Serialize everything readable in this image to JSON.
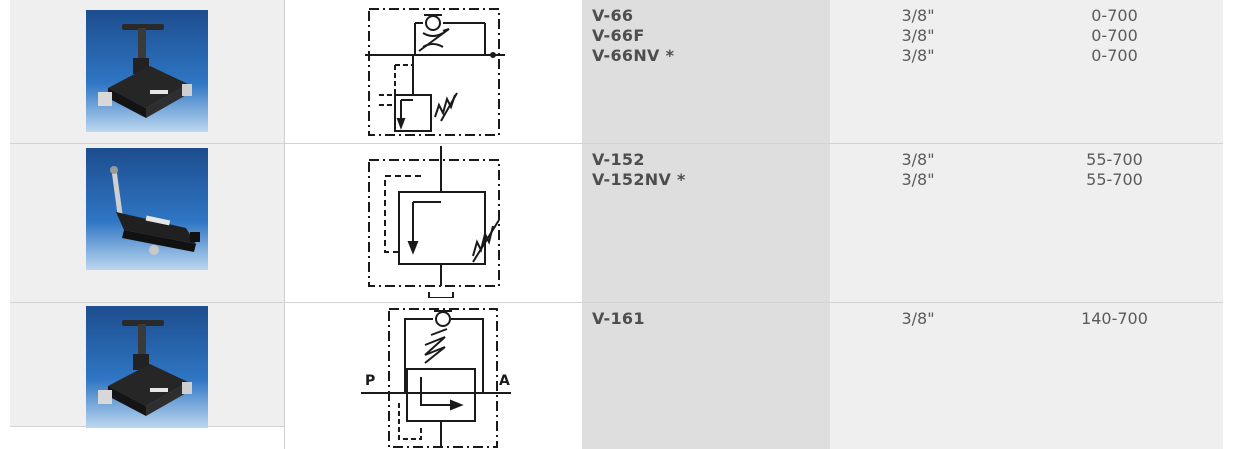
{
  "rows": [
    {
      "models": [
        "V-66",
        "V-66F",
        "V-66NV *"
      ],
      "sizes": [
        "3/8\"",
        "3/8\"",
        "3/8\""
      ],
      "ranges": [
        "0-700",
        "0-700",
        "0-700"
      ]
    },
    {
      "models": [
        "V-152",
        "V-152NV *"
      ],
      "sizes": [
        "3/8\"",
        "3/8\""
      ],
      "ranges": [
        "55-700",
        "55-700"
      ]
    },
    {
      "models": [
        "V-161"
      ],
      "sizes": [
        "3/8\""
      ],
      "ranges": [
        "140-700"
      ],
      "ports": {
        "inlet": "P",
        "outlet": "A"
      }
    }
  ]
}
